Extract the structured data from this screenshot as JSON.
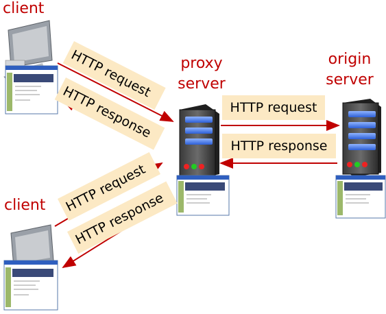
{
  "nodes": {
    "client_top": "client",
    "client_bottom": "client",
    "proxy_line1": "proxy",
    "proxy_line2": "server",
    "origin_line1": "origin",
    "origin_line2": "server"
  },
  "messages": {
    "client1_request": "HTTP request",
    "client1_response": "HTTP response",
    "proxy_request": "HTTP request",
    "proxy_response": "HTTP response",
    "client2_request": "HTTP request",
    "client2_response": "HTTP response"
  },
  "colors": {
    "label": "#c00000",
    "arrow": "#c00000",
    "box": "#fce9c4"
  }
}
